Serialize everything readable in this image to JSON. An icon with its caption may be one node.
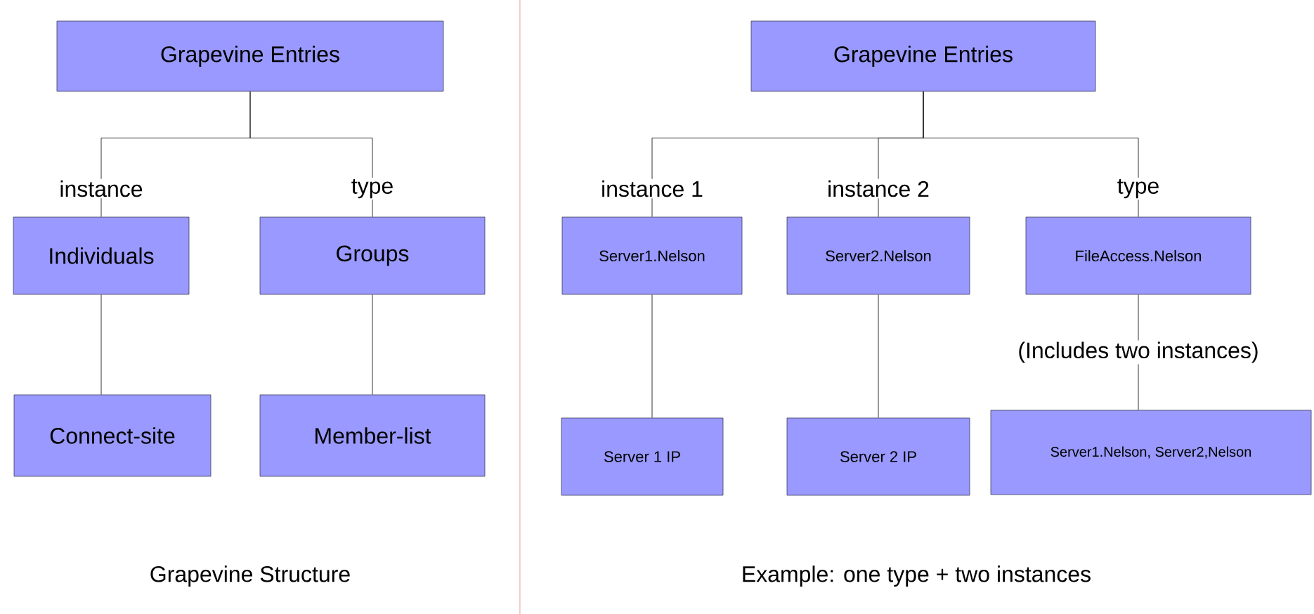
{
  "diagram": {
    "nodes": [
      {
        "text": [
          "Grapevine Entries"
        ]
      },
      {
        "text": [
          "Individuals"
        ]
      },
      {
        "text": [
          "Groups"
        ]
      },
      {
        "text": [
          "Connect-site"
        ]
      },
      {
        "text": [
          "Member-list"
        ]
      },
      {
        "text": [
          "Grapevine Entries"
        ]
      },
      {
        "text": [
          "Server1.Nelson"
        ]
      },
      {
        "text": [
          "Server2.Nelson"
        ]
      },
      {
        "text": [
          "FileAccess.Nelson"
        ]
      },
      {
        "text": [
          "Server 1 IP"
        ]
      },
      {
        "text": [
          "Server 2 IP"
        ]
      },
      {
        "text": [
          "Server1.Nelson, Server2,Nelson"
        ]
      }
    ],
    "edges": [
      {
        "from": 0,
        "to": 1,
        "arrow": "none",
        "label": "instance"
      },
      {
        "from": 0,
        "to": 2,
        "arrow": "none",
        "label": "type"
      },
      {
        "from": 1,
        "to": 3,
        "arrow": "none"
      },
      {
        "from": 2,
        "to": 4,
        "arrow": "none"
      },
      {
        "from": 5,
        "to": 6,
        "arrow": "none",
        "label": "instance 1"
      },
      {
        "from": 5,
        "to": 7,
        "arrow": "none",
        "label": "instance 2"
      },
      {
        "from": 5,
        "to": 8,
        "arrow": "none",
        "label": "type"
      },
      {
        "from": 6,
        "to": 9,
        "arrow": "none"
      },
      {
        "from": 7,
        "to": 10,
        "arrow": "none"
      },
      {
        "from": 8,
        "to": 11,
        "arrow": "none",
        "label": "(Includes two instances)"
      }
    ],
    "labels": [
      "Grapevine Structure",
      "Example: one type + two instances"
    ]
  }
}
